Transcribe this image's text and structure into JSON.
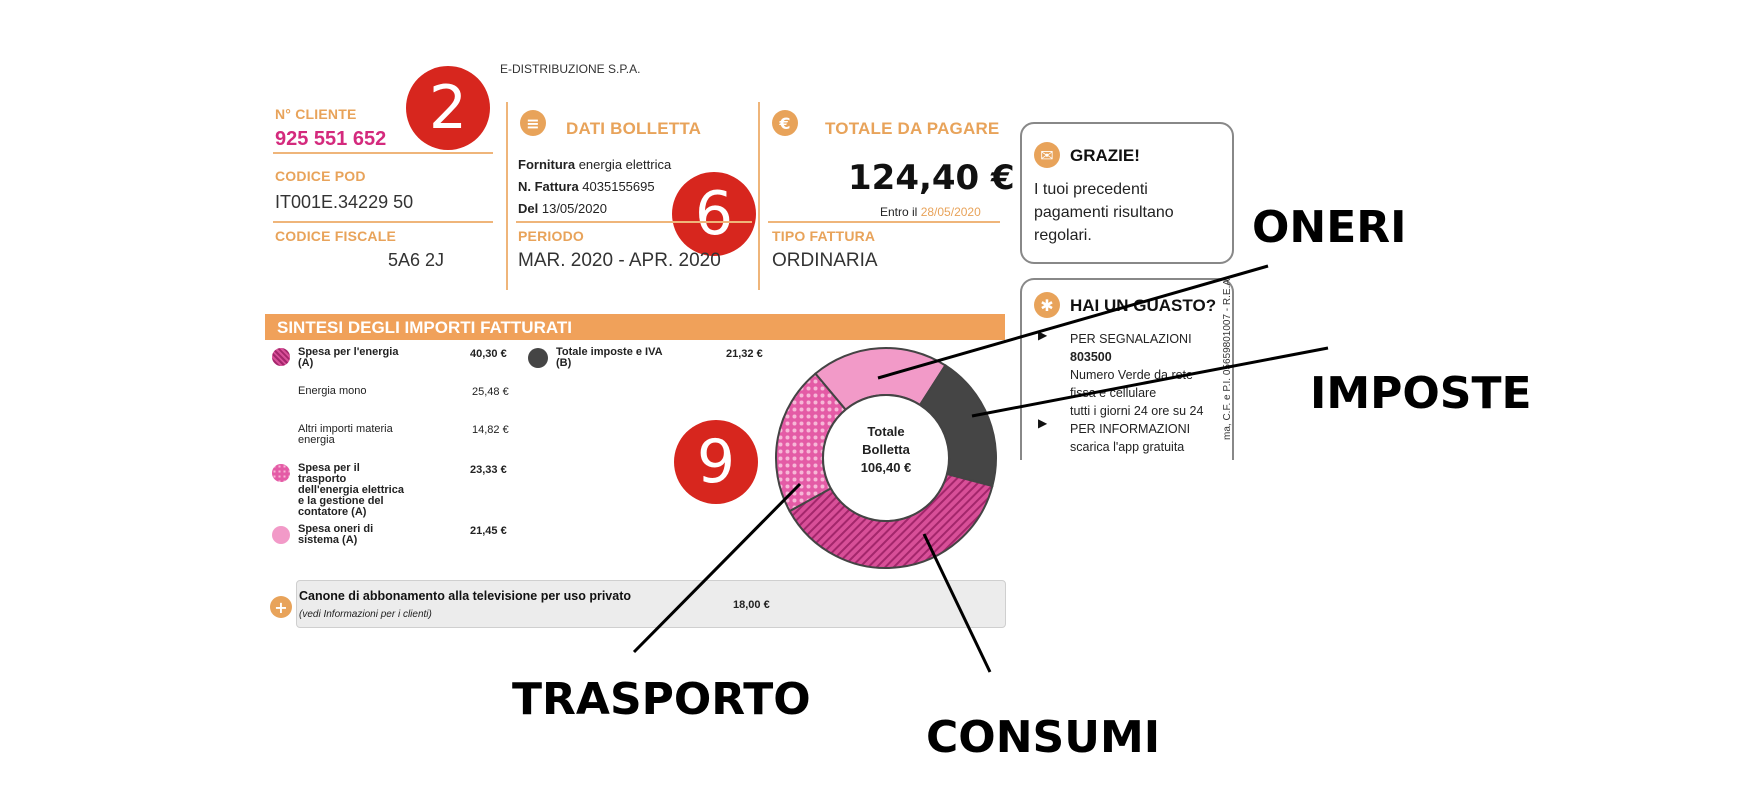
{
  "company": "E-DISTRIBUZIONE S.P.A.",
  "badges": [
    "2",
    "6",
    "9"
  ],
  "cliente": {
    "nr_label": "N° CLIENTE",
    "nr_value": "925 551 652",
    "pod_label": "CODICE POD",
    "pod_value": "IT001E.34229 50",
    "cf_label": "CODICE FISCALE",
    "cf_value": "5A6 2J"
  },
  "dati": {
    "title": "DATI BOLLETTA",
    "fornitura_label": "Fornitura",
    "fornitura_value": "energia elettrica",
    "fattura_label": "N. Fattura",
    "fattura_value": "4035155695",
    "del_label": "Del",
    "del_value": "13/05/2020",
    "periodo_label": "PERIODO",
    "periodo_value": "MAR. 2020 - APR. 2020"
  },
  "totale": {
    "title": "TOTALE DA PAGARE",
    "amount": "124,40 €",
    "entro_label": "Entro il",
    "entro_date": "28/05/2020",
    "tipo_label": "TIPO FATTURA",
    "tipo_value": "ORDINARIA"
  },
  "grazie": {
    "title": "GRAZIE!",
    "text": [
      "I tuoi precedenti",
      "pagamenti risultano",
      "regolari."
    ]
  },
  "guasto": {
    "title": "HAI UN GUASTO?",
    "lines": [
      "PER SEGNALAZIONI",
      "803500",
      "Numero Verde da rete",
      "fissa e cellulare",
      "tutti i giorni 24 ore su 24",
      "PER INFORMAZIONI",
      "scarica l'app gratuita"
    ],
    "side_text": "ma, C.F. e P.I. 05659801007 - R.E.A."
  },
  "sintesi": {
    "title": "SINTESI DEGLI IMPORTI FATTURATI",
    "rows": [
      {
        "label": [
          "Spesa per l'energia",
          "(A)"
        ],
        "value": "40,30 €",
        "bold": true
      },
      {
        "label": [
          "Energia mono"
        ],
        "value": "25,48 €",
        "bold": false
      },
      {
        "label": [
          "Altri importi materia",
          "energia"
        ],
        "value": "14,82 €",
        "bold": false
      },
      {
        "label": [
          "Spesa per il",
          "trasporto",
          "dell'energia elettrica",
          "e la gestione del",
          "contatore (A)"
        ],
        "value": "23,33 €",
        "bold": true
      },
      {
        "label": [
          "Spesa oneri di",
          "sistema (A)"
        ],
        "value": "21,45 €",
        "bold": true
      }
    ],
    "imposte": {
      "label": [
        "Totale imposte e IVA",
        "(B)"
      ],
      "value": "21,32 €"
    },
    "canone_label": "Canone di abbonamento alla televisione per uso privato",
    "canone_note": "vedi Informazioni per i clienti",
    "canone_value": "18,00 €"
  },
  "donut": {
    "center": [
      "Totale",
      "Bolletta",
      "106,40 €"
    ],
    "segments": [
      {
        "name": "ONERI",
        "value": 21.45,
        "color": "#f29ac8"
      },
      {
        "name": "IMPOSTE",
        "value": 21.32,
        "color": "#454545"
      },
      {
        "name": "CONSUMI",
        "value": 40.3,
        "color": "#d84f98"
      },
      {
        "name": "TRASPORTO",
        "value": 23.33,
        "color": "#e45ba6"
      }
    ]
  },
  "callouts": {
    "oneri": "ONERI",
    "imposte": "IMPOSTE",
    "trasporto": "TRASPORTO",
    "consumi": "CONSUMI"
  },
  "colors": {
    "orange": "#e8a35a",
    "red_badge": "#d7261e",
    "magenta": "#d42a7d",
    "pink": "#f29ac8",
    "dark": "#454545"
  }
}
